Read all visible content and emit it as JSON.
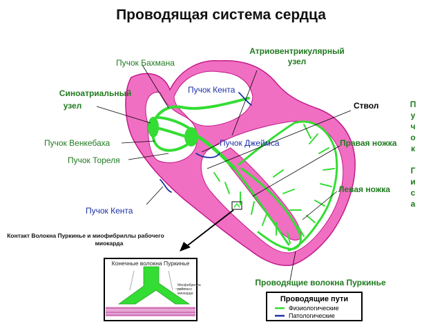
{
  "title": "Проводящая система сердца",
  "labels": {
    "bachmann": "Пучок Бахмана",
    "av_node_line1": "Атриовентрикулярный",
    "av_node_line2": "узел",
    "sa_node_line1": "Синоатриальный",
    "sa_node_line2": "узел",
    "kent_upper": "Пучок Кента",
    "trunk": "Ствол",
    "wenckebach": "Пучок Венкебаха",
    "james": "Пучок Джеймса",
    "right_bundle": "Правая ножка",
    "thorel": "Пучок Тореля",
    "left_bundle": "Левая ножка",
    "kent_lower": "Пучок Кента",
    "his_vertical": [
      "П",
      "у",
      "ч",
      "о",
      "к",
      "",
      "Г",
      "и",
      "с",
      "а"
    ],
    "purkinje": "Проводящие волокна Пуркинье"
  },
  "inset": {
    "caption_line1": "Контакт Волокна Пуркинье и миофибриллы рабочего",
    "caption_line2": "миокарда",
    "terminal_fibers": "Конечные волокна Пуркинье",
    "myofibril_line1": "Миофибрилла",
    "myofibril_line2": "рабочего",
    "myofibril_line3": "миокарда"
  },
  "legend": {
    "title": "Проводящие пути",
    "items": [
      {
        "label": "Физиологические",
        "color": "#33dd33"
      },
      {
        "label": "Патологические",
        "color": "#1c2fa6"
      }
    ]
  },
  "colors": {
    "myocardium": "#f06fc2",
    "myocardium_dark": "#c2188a",
    "physiological": "#33dd33",
    "pathological": "#1c2fa6"
  }
}
